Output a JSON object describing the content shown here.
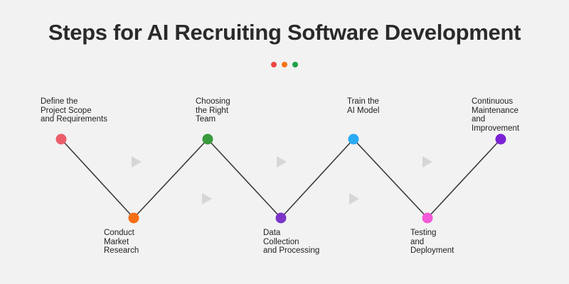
{
  "title": "Steps for AI Recruiting Software Development",
  "accent_dots": [
    "#ef4444",
    "#f97316",
    "#22a047"
  ],
  "steps": [
    {
      "label": "Define the\nProject Scope\nand Requirements",
      "color": "#ec5d6a"
    },
    {
      "label": "Conduct\nMarket\nResearch",
      "color": "#f76e15"
    },
    {
      "label": "Choosing\nthe Right\nTeam",
      "color": "#3a9a3e"
    },
    {
      "label": "Data\nCollection\nand Processing",
      "color": "#7b35c9"
    },
    {
      "label": "Train the\nAI Model",
      "color": "#2aaaf2"
    },
    {
      "label": "Testing\nand\nDeployment",
      "color": "#f25ad9"
    },
    {
      "label": "Continuous\nMaintenance\nand\nImprovement",
      "color": "#7c22d6"
    }
  ],
  "arrow_color": "#d6d6d6",
  "line_color": "#3a3a3a"
}
